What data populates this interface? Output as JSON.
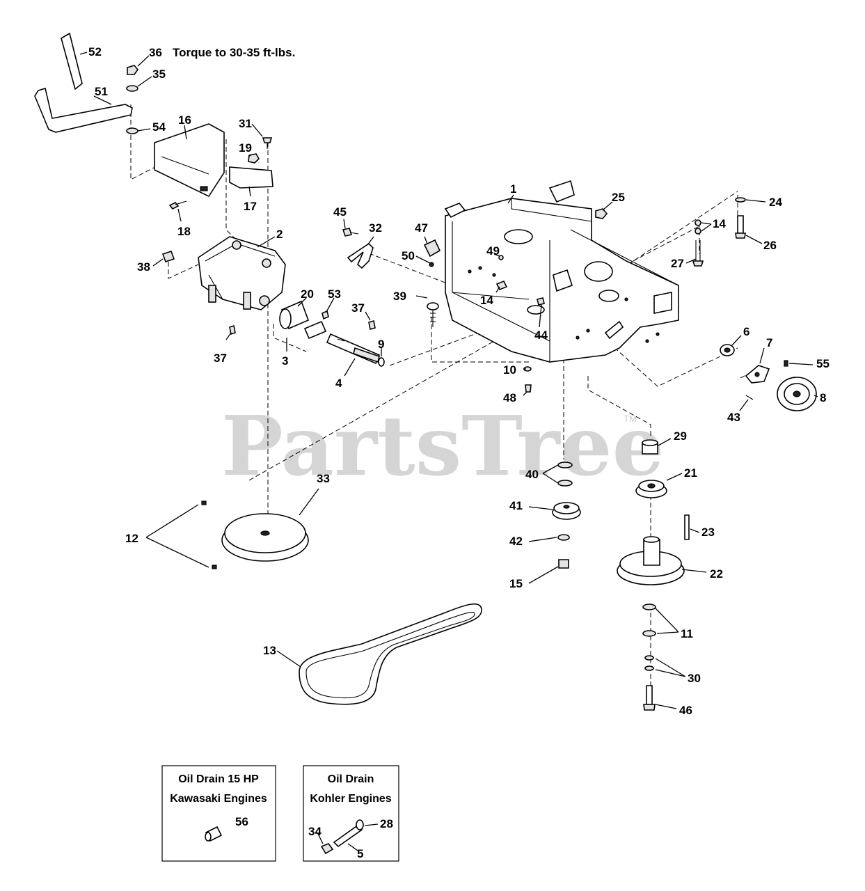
{
  "watermark": {
    "text": "PartsTree",
    "trademark": "TM"
  },
  "torque_note": "Torque to 30-35 ft-lbs.",
  "callouts": {
    "c1": "1",
    "c2": "2",
    "c3": "3",
    "c4": "4",
    "c5": "5",
    "c6": "6",
    "c7": "7",
    "c8": "8",
    "c9": "9",
    "c10": "10",
    "c11": "11",
    "c12": "12",
    "c13": "13",
    "c14a": "14",
    "c14b": "14",
    "c15": "15",
    "c16": "16",
    "c17": "17",
    "c18": "18",
    "c19": "19",
    "c20": "20",
    "c21": "21",
    "c22": "22",
    "c23": "23",
    "c24": "24",
    "c25": "25",
    "c26": "26",
    "c27": "27",
    "c28": "28",
    "c29": "29",
    "c30": "30",
    "c31": "31",
    "c32": "32",
    "c33": "33",
    "c34": "34",
    "c35": "35",
    "c36": "36",
    "c37a": "37",
    "c37b": "37",
    "c38": "38",
    "c39": "39",
    "c40": "40",
    "c41": "41",
    "c42": "42",
    "c43": "43",
    "c44": "44",
    "c45": "45",
    "c46": "46",
    "c47": "47",
    "c48": "48",
    "c49": "49",
    "c50": "50",
    "c51": "51",
    "c52": "52",
    "c53": "53",
    "c54": "54",
    "c55": "55",
    "c56": "56"
  },
  "inset_kawasaki": {
    "line1": "Oil Drain 15 HP",
    "line2": "Kawasaki Engines"
  },
  "inset_kohler": {
    "line1": "Oil Drain",
    "line2": "Kohler Engines"
  }
}
